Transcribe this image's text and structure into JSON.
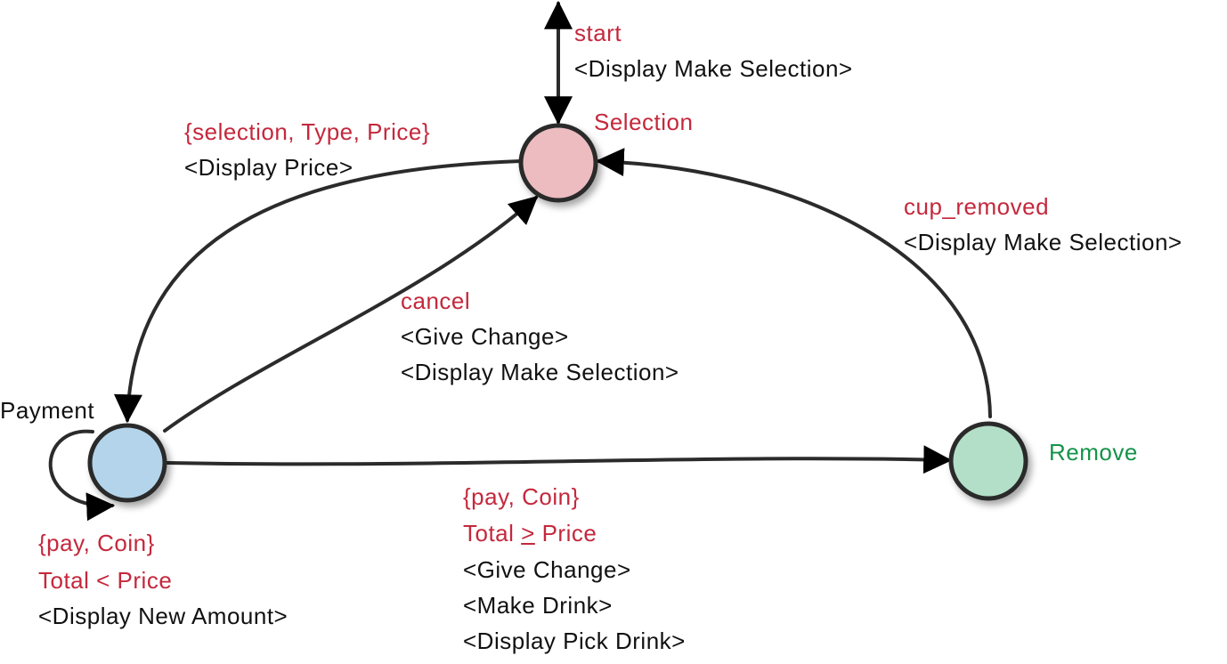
{
  "colors": {
    "event_text": "#c4283c",
    "action_text": "#111111",
    "remove_label": "#15934a",
    "selection_fill": "#ecbcc0",
    "payment_fill": "#b3d4ea",
    "remove_fill": "#b3dfc8",
    "edge": "#2b2b2b"
  },
  "states": {
    "selection": "Selection",
    "payment": "Payment",
    "remove": "Remove"
  },
  "transitions": {
    "start": {
      "event": "start",
      "action": "<Display Make Selection>"
    },
    "select": {
      "event": "{selection, Type, Price}",
      "action": "<Display Price>"
    },
    "cup_removed": {
      "event": "cup_removed",
      "action": "<Display Make Selection>"
    },
    "cancel": {
      "event": "cancel",
      "actions": [
        "<Give Change>",
        "<Display Make Selection>"
      ]
    },
    "pay_enough": {
      "event": "{pay, Coin}",
      "guard_prefix": "Total ",
      "guard_op": ">",
      "guard_suffix": " Price",
      "actions": [
        "<Give Change>",
        "<Make Drink>",
        "<Display Pick Drink>"
      ]
    },
    "pay_less": {
      "event": "{pay, Coin}",
      "guard": "Total < Price",
      "action": "<Display New Amount>"
    }
  }
}
